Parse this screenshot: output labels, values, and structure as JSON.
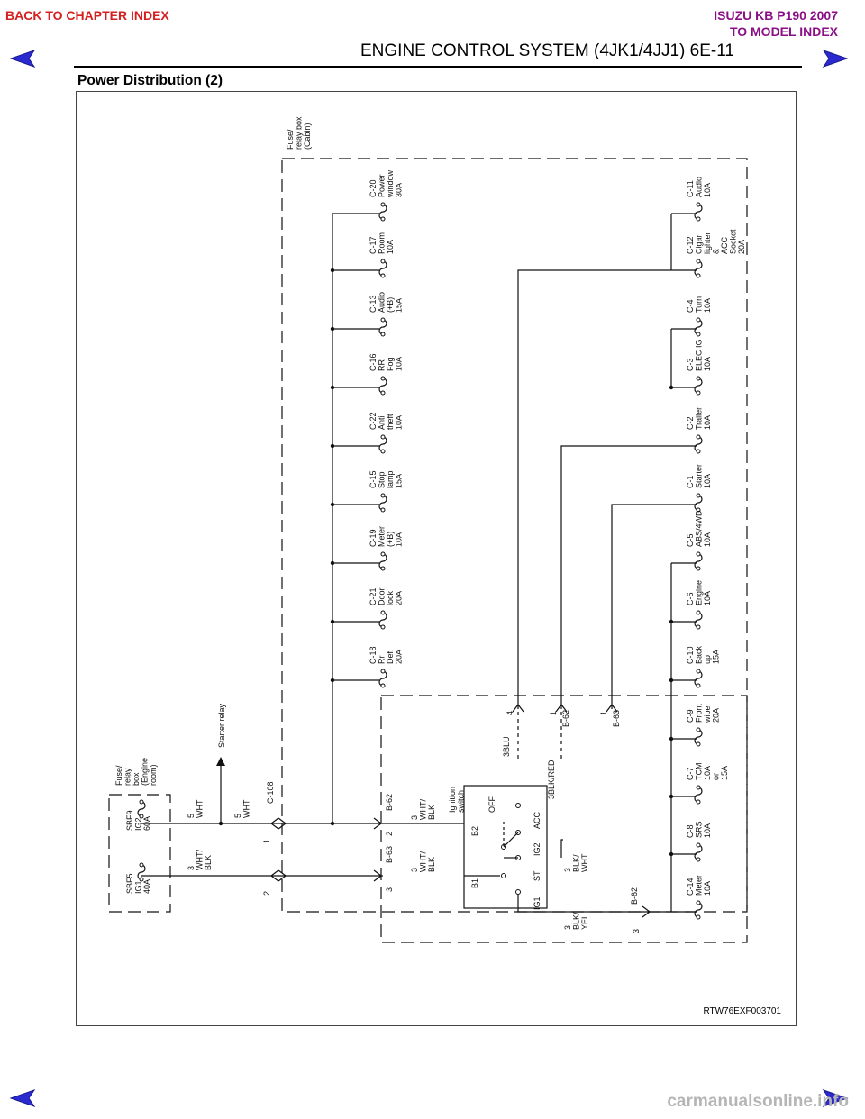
{
  "nav": {
    "back_label": "BACK TO CHAPTER INDEX",
    "model_title": "ISUZU KB P190 2007",
    "model_link": "TO MODEL INDEX",
    "prev_icon": "left-arrow-icon",
    "next_icon": "right-arrow-icon"
  },
  "header": {
    "title": "ENGINE CONTROL SYSTEM (4JK1/4JJ1)   6E-11"
  },
  "section": {
    "title": "Power Distribution (2)"
  },
  "diagram": {
    "ref_code": "RTW76EXF003701",
    "boxes": {
      "engine_box": [
        "Fuse/",
        "relay",
        "box",
        "(Engine",
        "room)"
      ],
      "cabin_box": [
        "Fuse/",
        "relay box",
        "(Cabin)"
      ],
      "starter_relay": "Starter relay",
      "ignition_switch": [
        "Ignition",
        "switch"
      ]
    },
    "engine_fuses": [
      {
        "lines": [
          "SBF9",
          "IG2",
          "60A"
        ]
      },
      {
        "lines": [
          "SBF5",
          "IG1",
          "40A"
        ]
      }
    ],
    "cabin_top_fuses": [
      {
        "lines": [
          "C-20",
          "Power",
          "window",
          "30A"
        ]
      },
      {
        "lines": [
          "C-17",
          "Room",
          "10A"
        ]
      },
      {
        "lines": [
          "C-13",
          "Audio",
          "(+B)",
          "15A"
        ]
      },
      {
        "lines": [
          "C-16",
          "RR",
          "Fog",
          "10A"
        ]
      },
      {
        "lines": [
          "C-22",
          "Anti",
          "theft",
          "10A"
        ]
      },
      {
        "lines": [
          "C-15",
          "Stop",
          "lamp",
          "15A"
        ]
      },
      {
        "lines": [
          "C-19",
          "Meter",
          "(+B)",
          "10A"
        ]
      },
      {
        "lines": [
          "C-21",
          "Door",
          "lock",
          "20A"
        ]
      },
      {
        "lines": [
          "C-18",
          "Rr",
          "Def.",
          "20A"
        ]
      }
    ],
    "cabin_bottom_fuses": [
      {
        "lines": [
          "C-11",
          "Audio",
          "10A"
        ]
      },
      {
        "lines": [
          "C-12",
          "Cigar",
          "lighter",
          "&",
          "ACC",
          "Socket",
          "20A"
        ]
      },
      {
        "lines": [
          "C-4",
          "Turn",
          "10A"
        ]
      },
      {
        "lines": [
          "C-3",
          "ELEC IG",
          "10A"
        ]
      },
      {
        "lines": [
          "C-2",
          "Trailer",
          "10A"
        ]
      },
      {
        "lines": [
          "C-1",
          "Starter",
          "10A"
        ]
      },
      {
        "lines": [
          "C-5",
          "ABS/4WD",
          "10A"
        ]
      },
      {
        "lines": [
          "C-6",
          "Engine",
          "10A"
        ]
      },
      {
        "lines": [
          "C-10",
          "Back",
          "up",
          "15A"
        ]
      },
      {
        "lines": [
          "C-9",
          "Front",
          "wiper",
          "20A"
        ]
      },
      {
        "lines": [
          "C-7",
          "TCM",
          "10A",
          "or",
          "15A"
        ]
      },
      {
        "lines": [
          "C-8",
          "SRS",
          "10A"
        ]
      },
      {
        "lines": [
          "C-14",
          "Meter",
          "10A"
        ]
      }
    ],
    "wires": {
      "w_5wht_a": [
        "5",
        "WHT"
      ],
      "w_5wht_b": [
        "5",
        "WHT"
      ],
      "w_3whtblk_a": [
        "3",
        "WHT/",
        "BLK"
      ],
      "w_3whtblk_b": [
        "3",
        "WHT/",
        "BLK"
      ],
      "w_3whtblk_c": [
        "3",
        "WHT/",
        "BLK"
      ],
      "w_3blkwht": [
        "3",
        "BLK/",
        "WHT"
      ],
      "w_3blkyel": [
        "3",
        "BLK/",
        "YEL"
      ],
      "w_3blu": "3BLU",
      "w_3blkred": "3BLK/RED"
    },
    "connectors": {
      "c108": "C-108",
      "b62": "B-62",
      "b63": "B-63",
      "b62_top": "B-62",
      "b63_top": "B-63",
      "b62_bottom": "B-62"
    },
    "pins": {
      "c108_1": "1",
      "c108_2": "2",
      "b62_2": "2",
      "b63_3": "3",
      "top_4": "4",
      "top_1a": "1",
      "top_1b": "1",
      "bottom_3": "3"
    },
    "switch_labels": [
      "B2",
      "B1",
      "OFF",
      "ACC",
      "IG2",
      "ST",
      "IG1"
    ]
  }
}
